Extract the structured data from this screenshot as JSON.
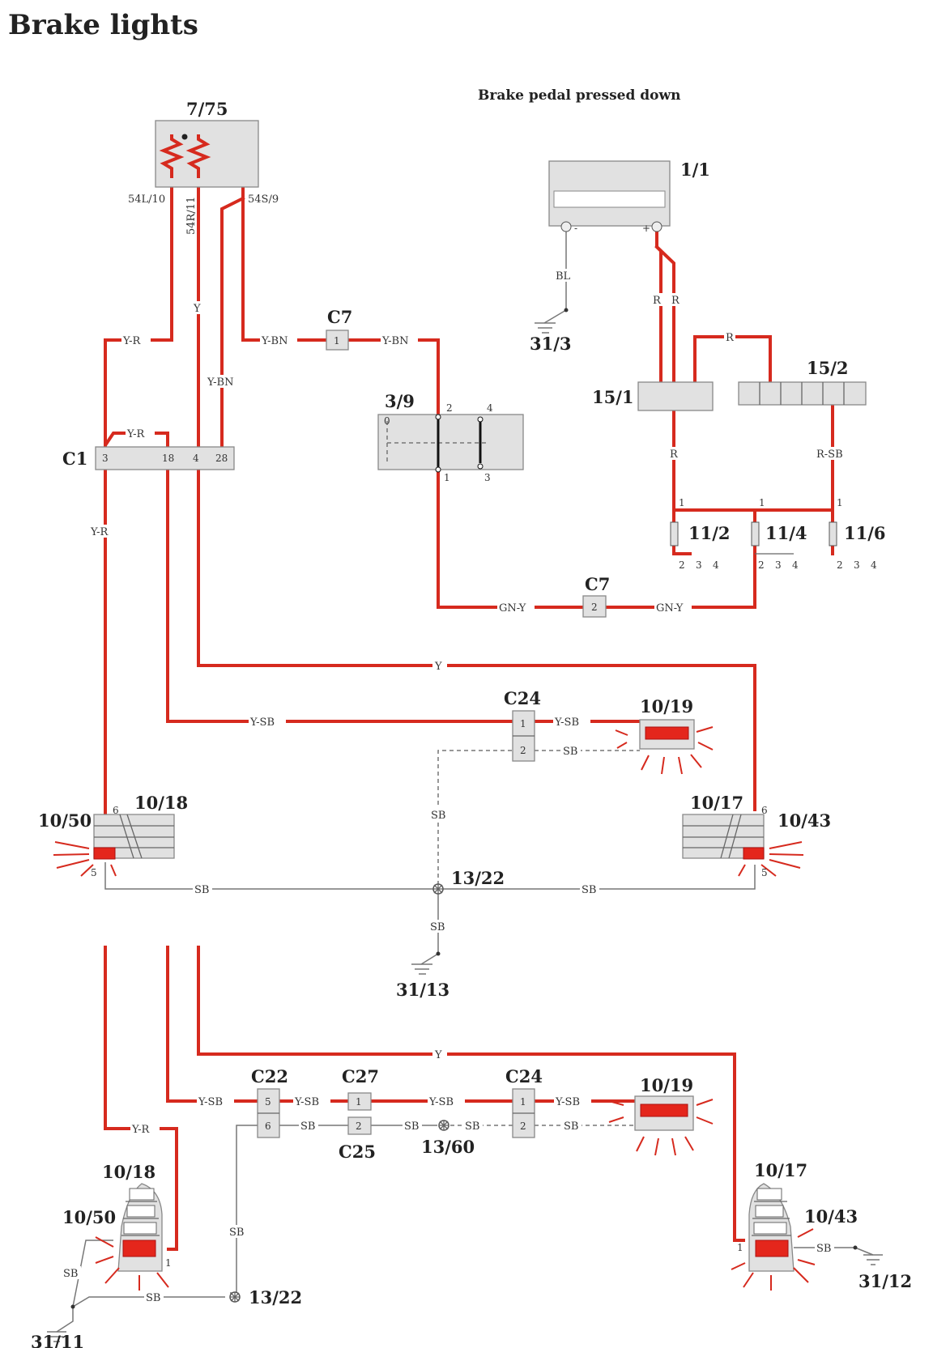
{
  "title": "Brake lights",
  "caption": "Brake pedal pressed down",
  "components": {
    "c7_75": "7/75",
    "c1_1": "1/1",
    "c31_3": "31/3",
    "c15_1": "15/1",
    "c15_2": "15/2",
    "c3_9": "3/9",
    "c7a": "C7",
    "c7b": "C7",
    "c1": "C1",
    "c11_2": "11/2",
    "c11_4": "11/4",
    "c11_6": "11/6",
    "c24a": "C24",
    "c10_19a": "10/19",
    "c10_18a": "10/18",
    "c10_50a": "10/50",
    "c10_17a": "10/17",
    "c10_43a": "10/43",
    "c13_22a": "13/22",
    "c31_13": "31/13",
    "c22": "C22",
    "c27": "C27",
    "c24b": "C24",
    "c25": "C25",
    "c13_60": "13/60",
    "c10_19b": "10/19",
    "c10_18b": "10/18",
    "c10_50b": "10/50",
    "c10_17b": "10/17",
    "c10_43b": "10/43",
    "c13_22b": "13/22",
    "c31_11": "31/11",
    "c31_12": "31/12"
  },
  "wires": {
    "w54l": "54L/10",
    "w54r": "54R/11",
    "w54s": "54S/9",
    "yr1": "Y-R",
    "ybn1": "Y-BN",
    "ybn2": "Y-BN",
    "ybn3": "Y-BN",
    "y1": "Y",
    "yr2": "Y-R",
    "yr3": "Y-R",
    "bl": "BL",
    "r1": "R",
    "r2": "R",
    "r3": "R",
    "r4": "R",
    "rsb": "R-SB",
    "gny1": "GN-Y",
    "gny2": "GN-Y",
    "y2": "Y",
    "ysb1": "Y-SB",
    "ysb2": "Y-SB",
    "sb1": "SB",
    "sb2": "SB",
    "sb3": "SB",
    "sb4": "SB",
    "sb5": "SB",
    "y3": "Y",
    "ysb3": "Y-SB",
    "ysb4": "Y-SB",
    "ysb5": "Y-SB",
    "ysb6": "Y-SB",
    "sb6": "SB",
    "sb7": "SB",
    "sb8": "SB",
    "sb9": "SB",
    "yr4": "Y-R",
    "sb10": "SB",
    "sb11": "SB",
    "sb12": "SB",
    "sb13": "SB"
  },
  "pins": {
    "c1_3": "3",
    "c1_18": "18",
    "c1_4": "4",
    "c1_28": "28",
    "c7a_1": "1",
    "c7b_2": "2",
    "s39_0": "0",
    "s39_2": "2",
    "s39_4": "4",
    "s39_1": "1",
    "s39_3": "3",
    "f_a1": "1",
    "f_b1": "1",
    "f_c1": "1",
    "f_a2": "2",
    "f_a3": "3",
    "f_a4": "4",
    "f_b2": "2",
    "f_b3": "3",
    "f_b4": "4",
    "f_c2": "2",
    "f_c3": "3",
    "f_c4": "4",
    "c24a_1": "1",
    "c24a_2": "2",
    "l18_6": "6",
    "l18_5": "5",
    "l17_6": "6",
    "l17_5": "5",
    "c22_5": "5",
    "c22_6": "6",
    "c27_1": "1",
    "c25_2": "2",
    "c24b_1": "1",
    "c24b_2": "2",
    "l18b_1": "1",
    "l17b_1": "1",
    "bat_minus": "-",
    "bat_plus": "+"
  }
}
